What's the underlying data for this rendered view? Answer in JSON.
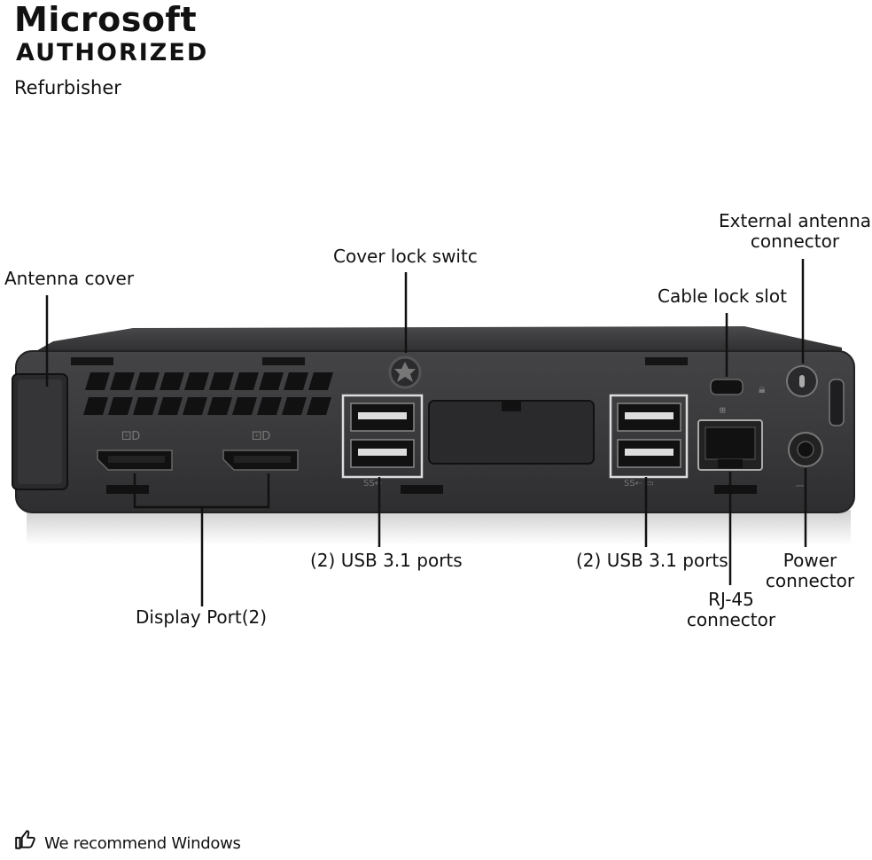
{
  "brand": {
    "line1": "Microsoft",
    "line2": "AUTHORIZED",
    "line3": "Refurbisher"
  },
  "callouts": {
    "antenna_cover": "Antenna cover",
    "cover_lock": "Cover lock switc",
    "external_antenna": "External antenna\nconnector",
    "cable_lock": "Cable lock slot",
    "display_port": "Display Port(2)",
    "usb_left": "(2) USB 3.1 ports",
    "usb_right": "(2) USB 3.1 ports",
    "rj45": "RJ-45\nconnector",
    "power": "Power\nconnector"
  },
  "footer": {
    "text": "We recommend Windows",
    "icon": "thumbs-up-icon"
  },
  "colors": {
    "chassis": "#3a3a3c",
    "chassis_dark": "#1f1f21",
    "port": "#141414",
    "highlight_box": "#d9d9d9"
  }
}
